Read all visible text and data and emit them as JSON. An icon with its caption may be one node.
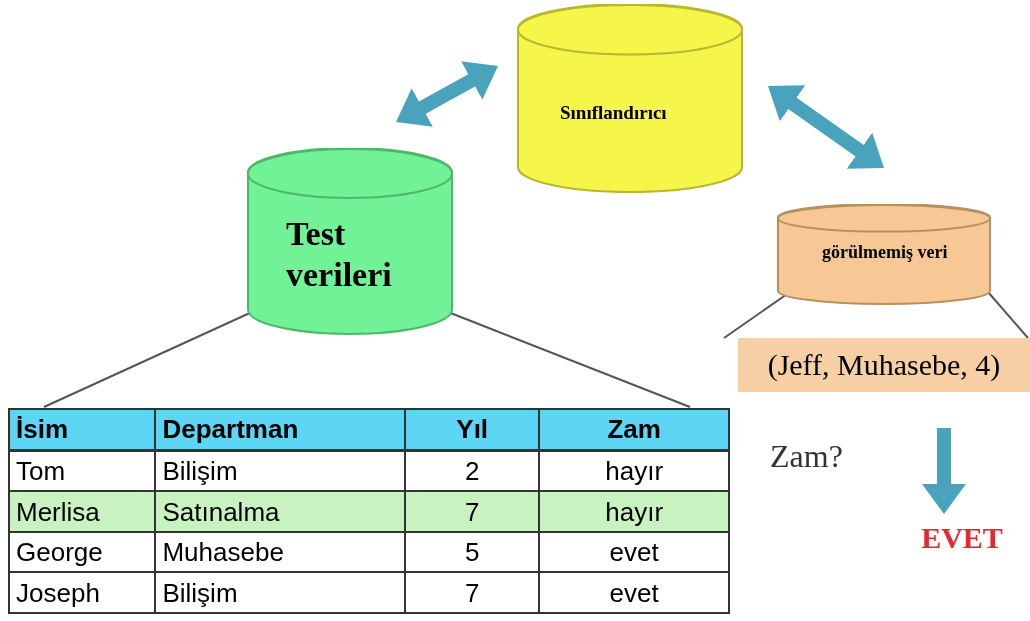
{
  "diagram": {
    "nodes": [
      {
        "text": [
          "Sınıflandırıcı"
        ]
      },
      {
        "text": [
          "Test verileri"
        ]
      },
      {
        "text": [
          "görülmemiş veri"
        ]
      },
      {
        "text": [],
        "shape": "box"
      },
      {
        "text": [
          "(Jeff, Muhasebe, 4)"
        ]
      },
      {
        "text": [
          "EVET"
        ]
      }
    ],
    "edges": [
      {
        "from": 1,
        "to": 0,
        "arrow": "both",
        "style": "thick",
        "color": "#4aa3bd"
      },
      {
        "from": 0,
        "to": 2,
        "arrow": "both",
        "style": "thick",
        "color": "#4aa3bd"
      },
      {
        "from": 1,
        "to": 3,
        "arrow": "none"
      },
      {
        "from": 1,
        "to": 3,
        "arrow": "none"
      },
      {
        "from": 2,
        "to": 4,
        "arrow": "none"
      },
      {
        "from": 2,
        "to": 4,
        "arrow": "none"
      },
      {
        "from": 4,
        "to": 5,
        "arrow": "to",
        "style": "thick",
        "color": "#4aa3bd"
      }
    ],
    "labels": [
      "İsim",
      "Departman",
      "Yıl",
      "Zam",
      "Tom",
      "Bilişim",
      "2",
      "hayır",
      "Merlisa",
      "Satınalma",
      "7",
      "hayır",
      "George",
      "Muhasebe",
      "5",
      "evet",
      "Joseph",
      "Bilişim",
      "7",
      "evet",
      "Zam?"
    ]
  }
}
